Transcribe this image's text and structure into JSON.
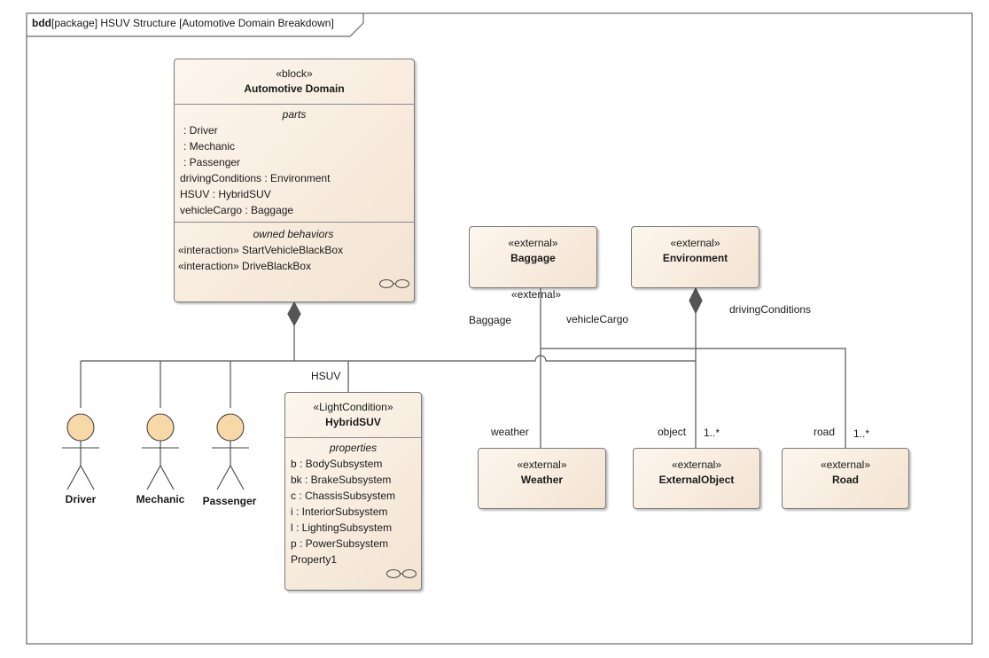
{
  "frame": {
    "kind": "bdd",
    "title": "[package] HSUV Structure [Automotive Domain Breakdown]"
  },
  "automotive_domain": {
    "stereotype": "«block»",
    "name": "Automotive Domain",
    "parts_title": "parts",
    "parts": [
      ": Driver",
      ": Mechanic",
      ": Passenger",
      "drivingConditions : Environment",
      "HSUV : HybridSUV",
      "vehicleCargo : Baggage"
    ],
    "behaviors_title": "owned behaviors",
    "behaviors": [
      "«interaction» StartVehicleBlackBox",
      "«interaction» DriveBlackBox"
    ]
  },
  "hybrid_suv": {
    "stereotype": "«LightCondition»",
    "name": "HybridSUV",
    "properties_title": "properties",
    "properties": [
      "b : BodySubsystem",
      "bk : BrakeSubsystem",
      "c : ChassisSubsystem",
      "i : InteriorSubsystem",
      "l : LightingSubsystem",
      "p : PowerSubsystem",
      "Property1"
    ]
  },
  "baggage": {
    "stereotype": "«external»",
    "name": "Baggage"
  },
  "environment": {
    "stereotype": "«external»",
    "name": "Environment"
  },
  "weather": {
    "stereotype": "«external»",
    "name": "Weather"
  },
  "external_object": {
    "stereotype": "«external»",
    "name": "ExternalObject"
  },
  "road": {
    "stereotype": "«external»",
    "name": "Road"
  },
  "actors": {
    "driver": "Driver",
    "mechanic": "Mechanic",
    "passenger": "Passenger"
  },
  "labels": {
    "hsuv": "HSUV",
    "baggage_stereo": "«external»",
    "baggage_role": "Baggage",
    "vehicle_cargo": "vehicleCargo",
    "driving_conditions": "drivingConditions",
    "weather_role": "weather",
    "object_role": "object",
    "object_mult": "1..*",
    "road_role": "road",
    "road_mult": "1..*"
  },
  "colors": {
    "box_light": "#fdf6ee",
    "box_dark": "#f3e3d1",
    "line": "#555555",
    "actor_head": "#f7d9a8"
  }
}
